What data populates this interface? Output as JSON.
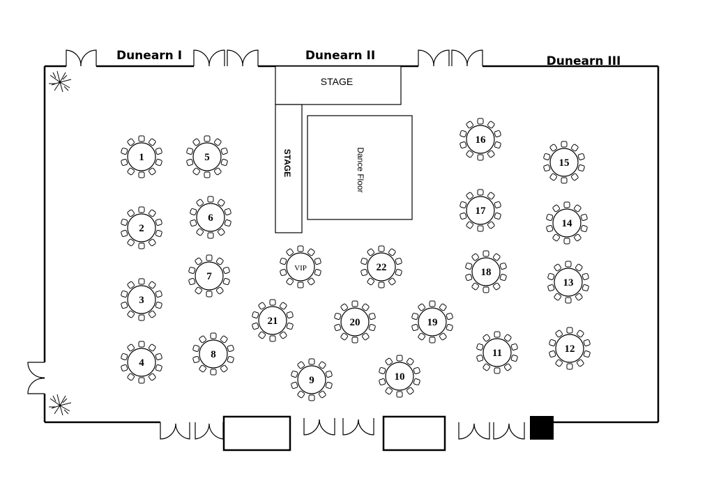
{
  "rooms": {
    "dunearn_1": "Dunearn I",
    "dunearn_2": "Dunearn II",
    "dunearn_3": "Dunearn III"
  },
  "stage": {
    "top_label": "STAGE",
    "side_label": "STAGE"
  },
  "dance_floor": {
    "label": "Dance Floor"
  },
  "tables": [
    {
      "id": "1",
      "label": "1",
      "seats": 10
    },
    {
      "id": "2",
      "label": "2",
      "seats": 10
    },
    {
      "id": "3",
      "label": "3",
      "seats": 10
    },
    {
      "id": "4",
      "label": "4",
      "seats": 10
    },
    {
      "id": "5",
      "label": "5",
      "seats": 10
    },
    {
      "id": "6",
      "label": "6",
      "seats": 10
    },
    {
      "id": "7",
      "label": "7",
      "seats": 10
    },
    {
      "id": "8",
      "label": "8",
      "seats": 10
    },
    {
      "id": "9",
      "label": "9",
      "seats": 10
    },
    {
      "id": "10",
      "label": "10",
      "seats": 10
    },
    {
      "id": "11",
      "label": "11",
      "seats": 10
    },
    {
      "id": "12",
      "label": "12",
      "seats": 10
    },
    {
      "id": "13",
      "label": "13",
      "seats": 10
    },
    {
      "id": "14",
      "label": "14",
      "seats": 10
    },
    {
      "id": "15",
      "label": "15",
      "seats": 10
    },
    {
      "id": "16",
      "label": "16",
      "seats": 10
    },
    {
      "id": "17",
      "label": "17",
      "seats": 10
    },
    {
      "id": "18",
      "label": "18",
      "seats": 10
    },
    {
      "id": "19",
      "label": "19",
      "seats": 10
    },
    {
      "id": "20",
      "label": "20",
      "seats": 10
    },
    {
      "id": "21",
      "label": "21",
      "seats": 10
    },
    {
      "id": "22",
      "label": "22",
      "seats": 10
    },
    {
      "id": "vip",
      "label": "VIP",
      "seats": 10
    }
  ],
  "colors": {
    "line": "#000000",
    "background": "#ffffff"
  }
}
